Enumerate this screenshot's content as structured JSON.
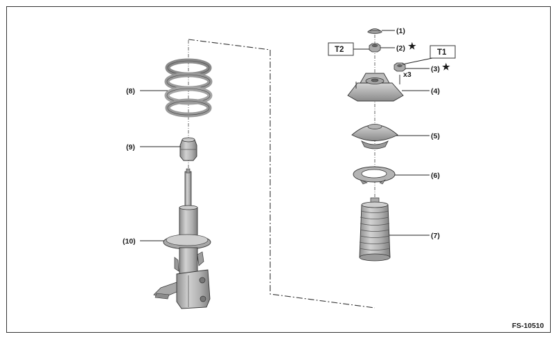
{
  "parts": {
    "p1": "(1)",
    "p2": "(2)",
    "p3": "(3)",
    "p4": "(4)",
    "p5": "(5)",
    "p6": "(6)",
    "p7": "(7)",
    "p8": "(8)",
    "p9": "(9)",
    "p10": "(10)"
  },
  "torque": {
    "t1": "T1",
    "t2": "T2"
  },
  "quantity": "x3",
  "stars": {
    "s2": "★",
    "s3": "★"
  },
  "figure_id": "FS-10510",
  "colors": {
    "part_fill": "#b9b9b9",
    "part_dark": "#8c8c8c",
    "part_light": "#d6d6d6",
    "line": "#222222",
    "border": "#333333"
  }
}
